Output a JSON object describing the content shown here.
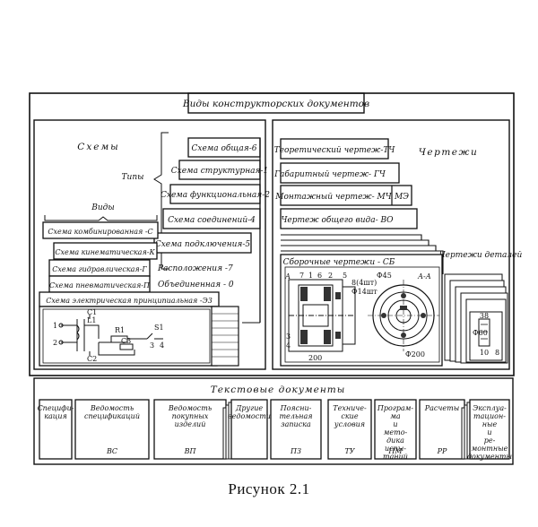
{
  "header": {
    "title": "Виды конструкторских документов"
  },
  "schemes": {
    "title": "Схемы",
    "types_label": "Типы",
    "kinds_label": "Виды",
    "types": [
      "Схема общая-6",
      "Схема структурная-1",
      "Схема функциональная-2",
      "Схема соединений-4",
      "Схема подключения-5",
      "Расположения -7",
      "Объединенная - 0"
    ],
    "kinds": [
      "Схема комбинированная -С",
      "Схема кинематическая-К",
      "Схема гидравлическая-Г",
      "Схема пневматическая-П",
      "Схема электрическая принципиальная -Э3"
    ],
    "circuit_labels": [
      "C1",
      "L1",
      "R1",
      "C3",
      "C2",
      "S1",
      "1",
      "2",
      "3",
      "4"
    ]
  },
  "drawings": {
    "title": "Чертежи",
    "items": [
      "Теоретический чертеж-ТЧ",
      "Габаритный чертеж- ГЧ",
      "Монтажный чертеж- МЧ",
      "МЭ",
      "Чертеж общего вида- ВО"
    ],
    "assembly": "Сборочные чертежи - СБ",
    "parts_label": "Чертежи деталей",
    "dims": [
      "А",
      "А-А",
      "Ф45",
      "200",
      "Ф200",
      "8(4шт)",
      "Ф14шт",
      "7",
      "1",
      "6",
      "2",
      "5",
      "3",
      "4"
    ],
    "part_dims": [
      "38",
      "Ф60",
      "10",
      "8"
    ]
  },
  "text_docs": {
    "title": "Текстовые документы",
    "items": [
      {
        "name": "Специфи-кация",
        "code": ""
      },
      {
        "name": "Ведомость спецификаций",
        "code": "ВС"
      },
      {
        "name": "Ведомость покупных изделий",
        "code": "ВП"
      },
      {
        "name": "Другие ведомости",
        "code": ""
      },
      {
        "name": "Поясни-тельная записка",
        "code": "ПЗ"
      },
      {
        "name": "Техниче-ские условия",
        "code": "ТУ"
      },
      {
        "name": "Програм-ма и мето-дика испы-таний",
        "code": "ПМ"
      },
      {
        "name": "Расчеты",
        "code": "РР"
      },
      {
        "name": "Эксплуа-тацион-ные и ре-монтные документы",
        "code": ""
      }
    ]
  },
  "caption": "Рисунок 2.1"
}
